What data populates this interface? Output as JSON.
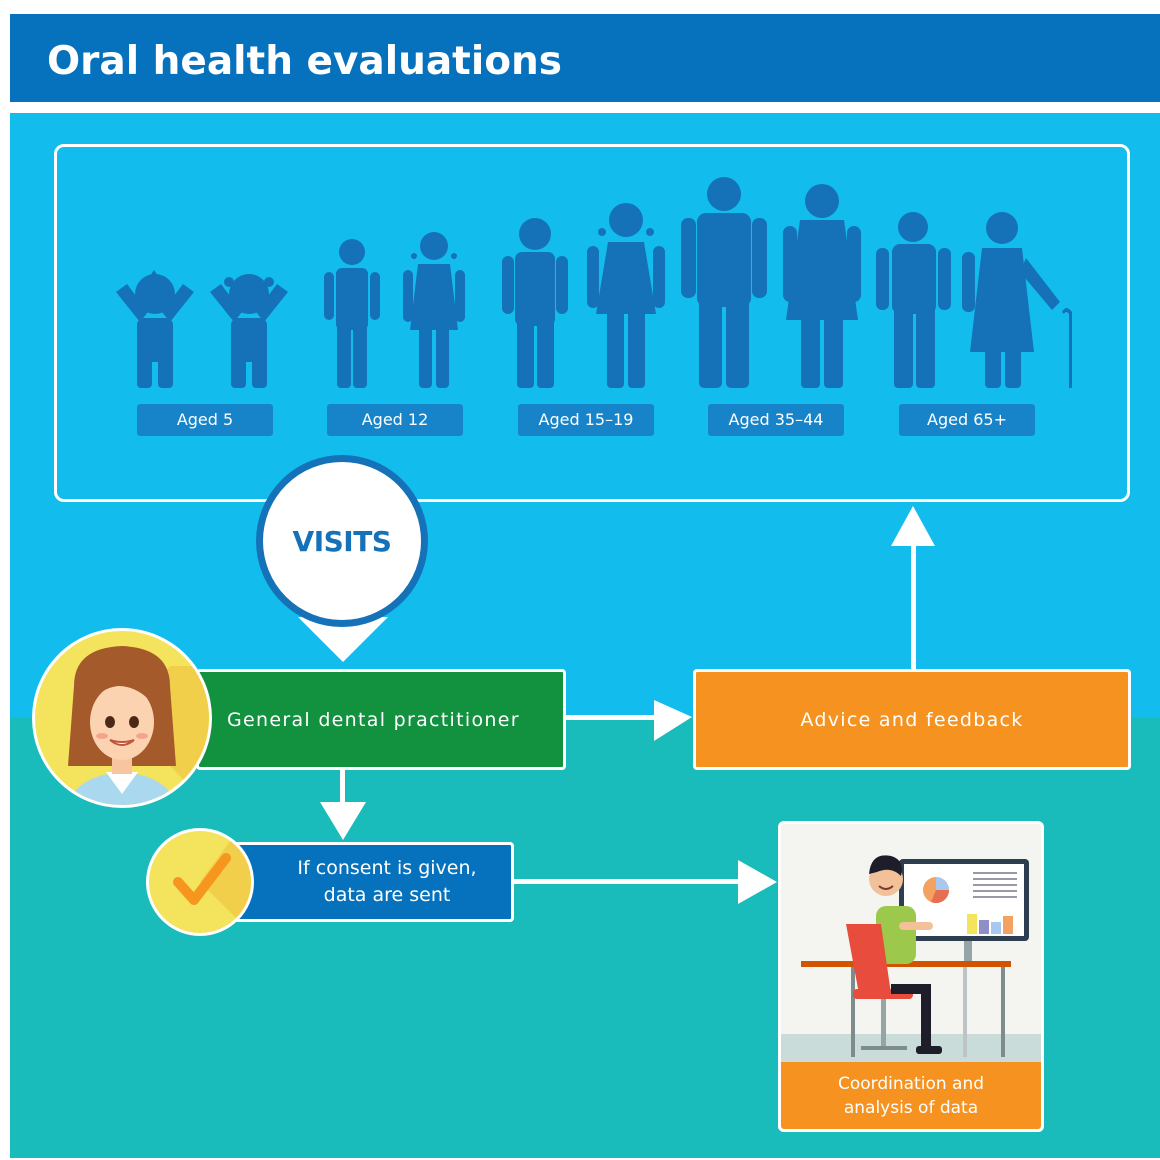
{
  "header": {
    "title": "Oral health evaluations"
  },
  "age_groups": [
    {
      "label": "Aged 5"
    },
    {
      "label": "Aged 12"
    },
    {
      "label": "Aged 15–19"
    },
    {
      "label": "Aged 35–44"
    },
    {
      "label": "Aged 65+"
    }
  ],
  "flow": {
    "visits_label": "VISITS",
    "practitioner_label": "General dental practitioner",
    "advice_label": "Advice and feedback",
    "consent_line1": "If consent is given,",
    "consent_line2": "data are sent",
    "coordination_line1": "Coordination and",
    "coordination_line2": "analysis of data"
  },
  "icons": {
    "people": "person-silhouette-icon",
    "practitioner": "dentist-avatar-icon",
    "check": "checkmark-icon",
    "analyst": "analyst-at-desk-icon"
  },
  "colors": {
    "header": "#0672bd",
    "sky": "#12bdee",
    "teal": "#19bcba",
    "person": "#1572b8",
    "green": "#12913f",
    "orange": "#f69320",
    "blue": "#0672bd",
    "yellow": "#f4e35c"
  }
}
